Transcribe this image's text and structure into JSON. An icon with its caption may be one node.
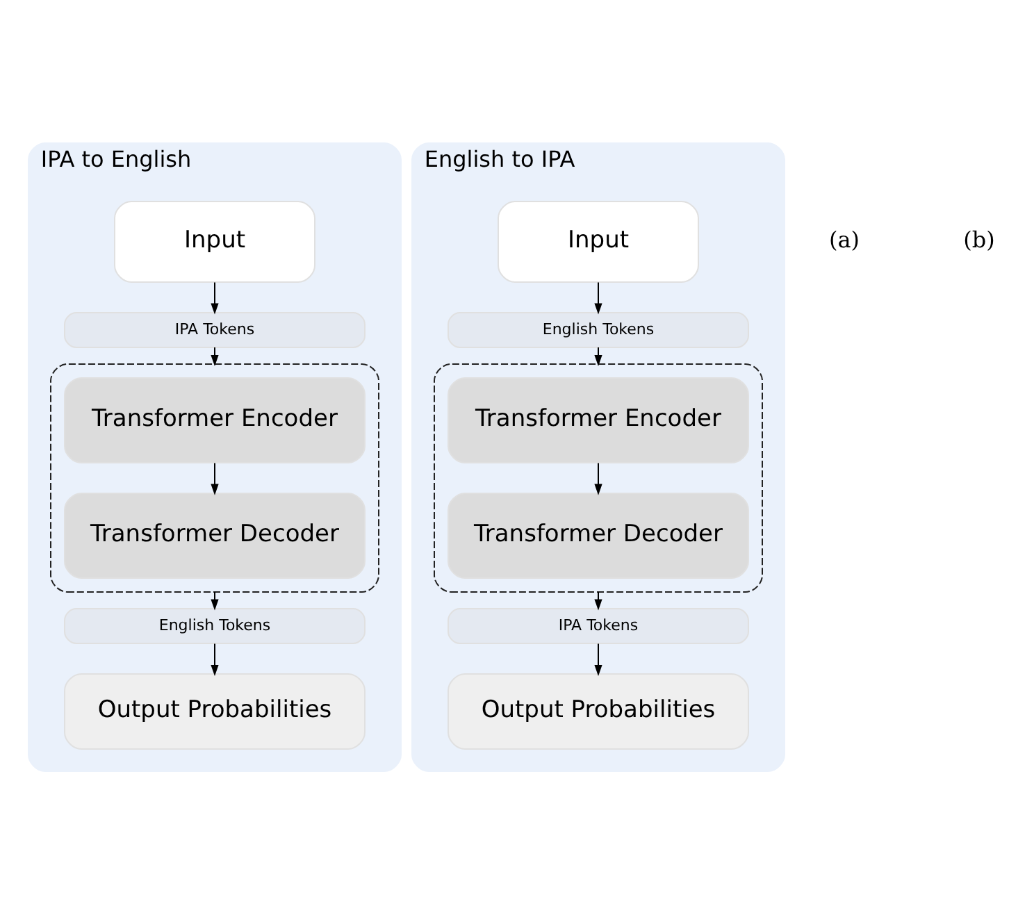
{
  "diagram": {
    "nodes": [
      {
        "text": [
          "IPA to English"
        ]
      },
      {
        "text": [
          "Input"
        ],
        "in": 0
      },
      {
        "text": [
          "IPA Tokens"
        ],
        "in": 0
      },
      {
        "text": [],
        "shape": "box",
        "in": 0
      },
      {
        "text": [
          "Transformer Encoder"
        ],
        "in": 3
      },
      {
        "text": [
          "Transformer Decoder"
        ],
        "in": 3
      },
      {
        "text": [
          "English Tokens"
        ],
        "in": 0
      },
      {
        "text": [
          "Output Probabilities"
        ],
        "in": 0
      },
      {
        "text": [
          "English to IPA"
        ]
      },
      {
        "text": [
          "Input"
        ],
        "in": 8
      },
      {
        "text": [
          "English Tokens"
        ],
        "in": 8
      },
      {
        "text": [],
        "shape": "box",
        "in": 8
      },
      {
        "text": [
          "Transformer Encoder"
        ],
        "in": 11
      },
      {
        "text": [
          "Transformer Decoder"
        ],
        "in": 11
      },
      {
        "text": [
          "IPA Tokens"
        ],
        "in": 8
      },
      {
        "text": [
          "Output Probabilities"
        ],
        "in": 8
      }
    ],
    "edges": [
      {
        "from": 1,
        "to": 2,
        "arrow": "to"
      },
      {
        "from": 2,
        "to": 3,
        "arrow": "to"
      },
      {
        "from": 4,
        "to": 5,
        "arrow": "to"
      },
      {
        "from": 3,
        "to": 6,
        "arrow": "to"
      },
      {
        "from": 6,
        "to": 7,
        "arrow": "to"
      },
      {
        "from": 9,
        "to": 10,
        "arrow": "to"
      },
      {
        "from": 10,
        "to": 11,
        "arrow": "to"
      },
      {
        "from": 12,
        "to": 13,
        "arrow": "to"
      },
      {
        "from": 11,
        "to": 14,
        "arrow": "to"
      },
      {
        "from": 14,
        "to": 15,
        "arrow": "to"
      }
    ],
    "labels": [
      "(a)",
      "(b)"
    ]
  }
}
